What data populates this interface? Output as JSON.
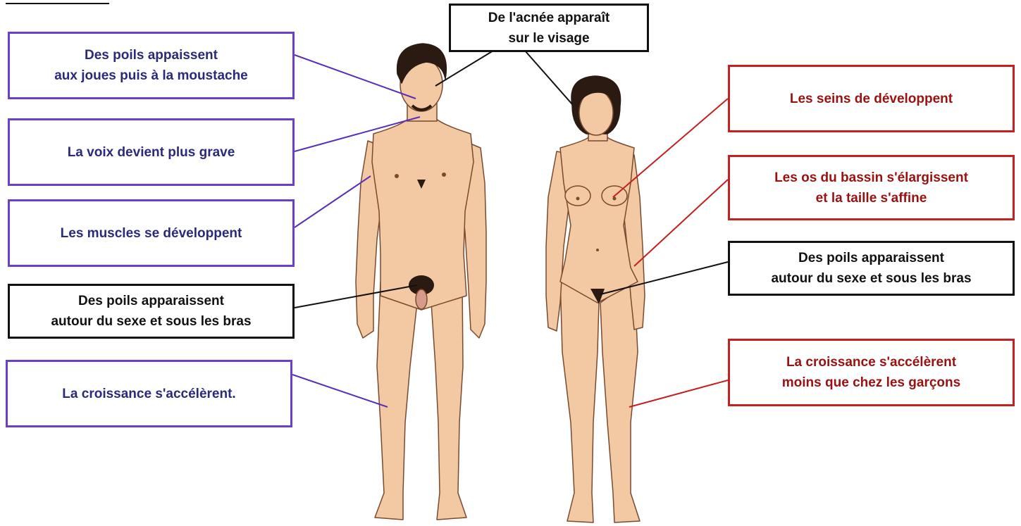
{
  "colors": {
    "boy_box_border": "#6a3fc9",
    "girl_box_border": "#c42020",
    "neutral_box_border": "#111111",
    "boy_text": "#2a2a7a",
    "girl_text": "#9a1111",
    "skin": "#f2c9a3",
    "skin_outline": "#7a4a2e",
    "hair": "#2a1a12"
  },
  "labels": {
    "acne": "De l'acnée apparaît\nsur le visage",
    "boy_facial_hair": "Des poils appaissent\naux joues puis à la moustache",
    "boy_voice": "La voix devient plus grave",
    "boy_muscles": "Les muscles se développent",
    "boy_body_hair": "Des poils apparaissent\nautour du sexe et sous les bras",
    "boy_growth": "La croissance s'accélèrent.",
    "girl_breasts": "Les seins de développent",
    "girl_hips": "Les os du bassin s'élargissent\net la taille s'affine",
    "girl_body_hair": "Des poils apparaissent\nautour du sexe et sous les bras",
    "girl_growth": "La croissance s'accélèrent\nmoins que chez les garçons"
  },
  "figures": {
    "boy": "male-figure",
    "girl": "female-figure"
  }
}
